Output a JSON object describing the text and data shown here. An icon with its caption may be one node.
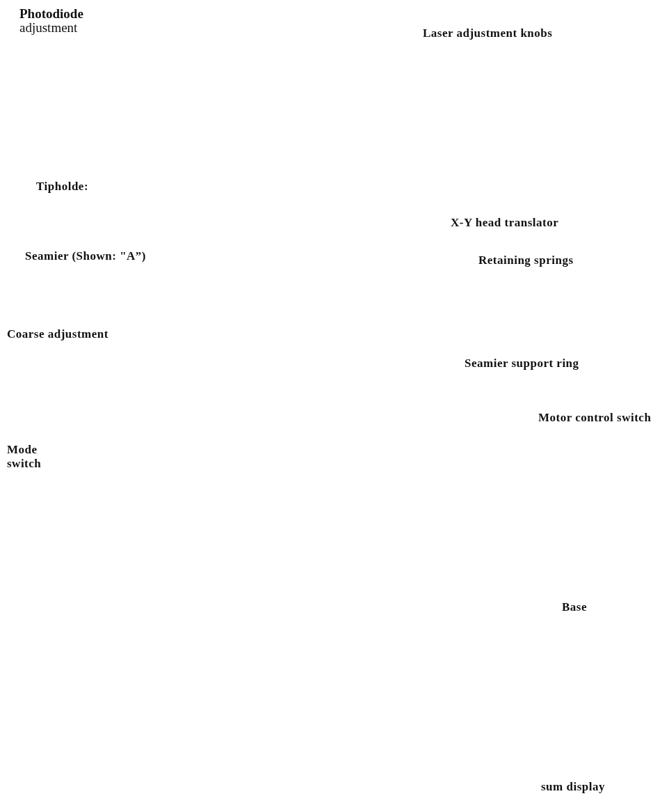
{
  "diagram": {
    "labels": [
      "**Photodiode** adjustment",
      "Laser adjustment knobs",
      "Tipholde:",
      "X-Y head translator",
      "Seamier (Shown: \"A”)",
      "Retaining springs",
      "Coarse adjustment",
      "Seamier support ring",
      "Motor control switch",
      "Mode switch",
      "Base",
      "sum display"
    ]
  }
}
